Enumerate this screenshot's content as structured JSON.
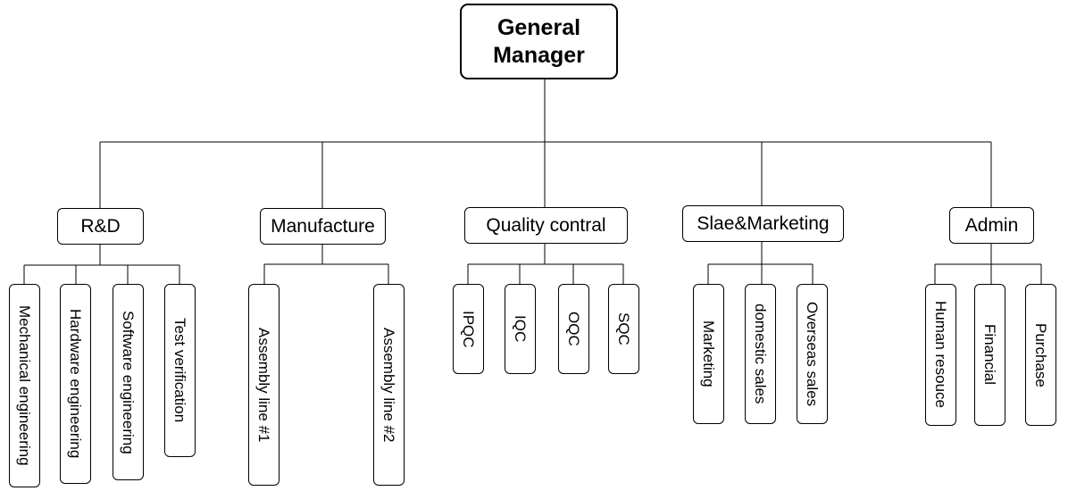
{
  "org_chart": {
    "root": {
      "line1": "General",
      "line2": "Manager"
    },
    "departments": [
      {
        "label": "R&D",
        "subunits": [
          "Mechanical engineering",
          "Hardware engineering",
          "Software engineering",
          "Test verification"
        ]
      },
      {
        "label": "Manufacture",
        "subunits": [
          "Assembly line #1",
          "Assembly line #2"
        ]
      },
      {
        "label": "Quality contral",
        "subunits": [
          "IPQC",
          "IQC",
          "OQC",
          "SQC"
        ]
      },
      {
        "label": "Slae&Marketing",
        "subunits": [
          "Marketing",
          "domestic sales",
          "Overseas sales"
        ]
      },
      {
        "label": "Admin",
        "subunits": [
          "Human resouce",
          "Financial",
          "Purchase"
        ]
      }
    ]
  }
}
